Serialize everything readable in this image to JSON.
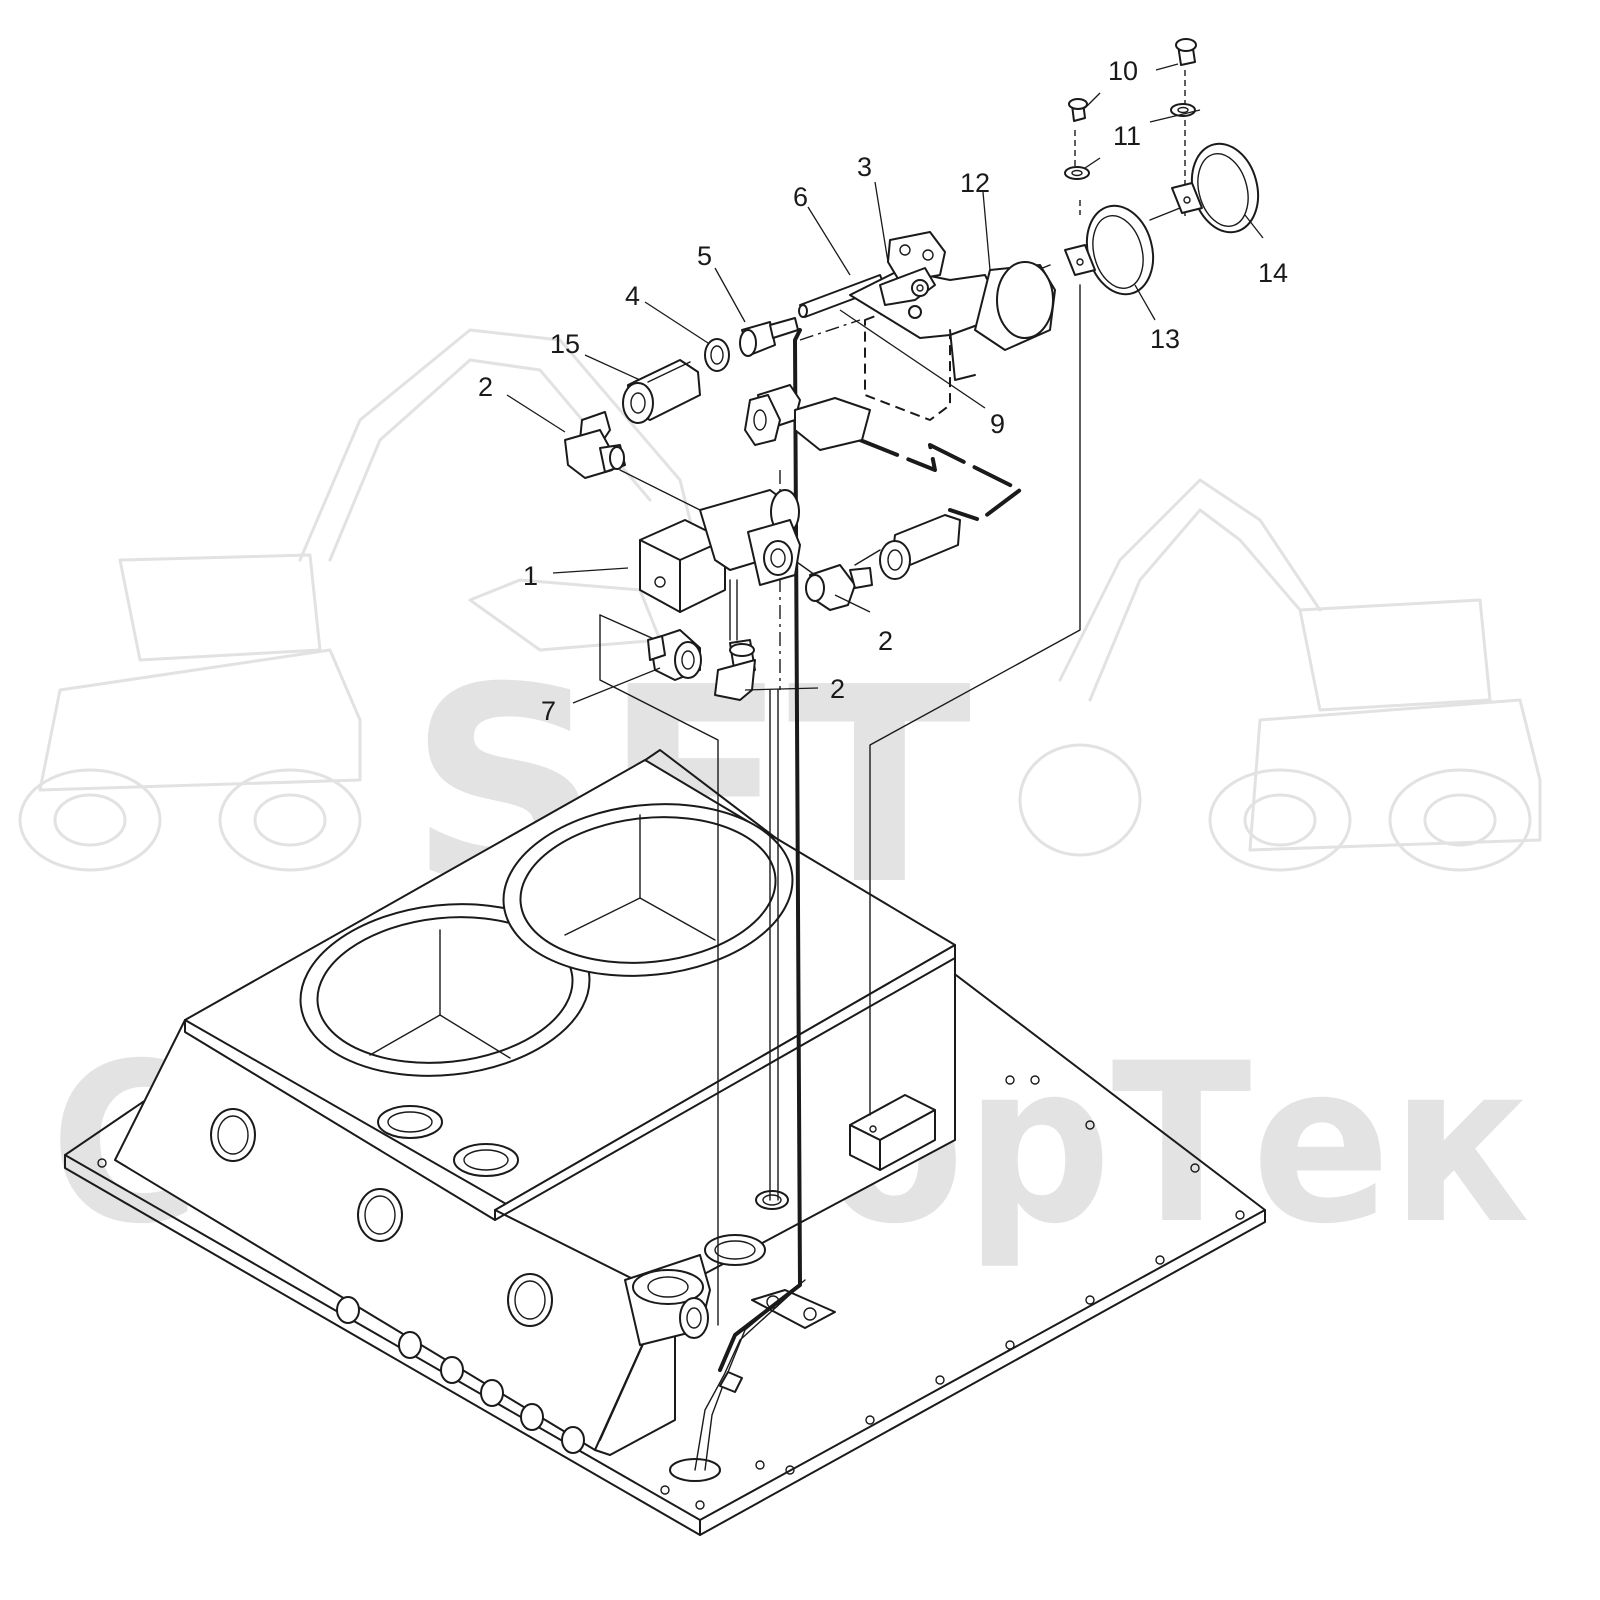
{
  "watermark": {
    "logo_text": "SFT",
    "company_text": "СканФорТек"
  },
  "callouts": [
    {
      "id": "c1",
      "text": "1"
    },
    {
      "id": "c2a",
      "text": "2"
    },
    {
      "id": "c2b",
      "text": "2"
    },
    {
      "id": "c2c",
      "text": "2"
    },
    {
      "id": "c3",
      "text": "3"
    },
    {
      "id": "c4",
      "text": "4"
    },
    {
      "id": "c5",
      "text": "5"
    },
    {
      "id": "c6",
      "text": "6"
    },
    {
      "id": "c7",
      "text": "7"
    },
    {
      "id": "c9",
      "text": "9"
    },
    {
      "id": "c10",
      "text": "10"
    },
    {
      "id": "c11",
      "text": "11"
    },
    {
      "id": "c12",
      "text": "12"
    },
    {
      "id": "c13",
      "text": "13"
    },
    {
      "id": "c14",
      "text": "14"
    },
    {
      "id": "c15",
      "text": "15"
    }
  ]
}
